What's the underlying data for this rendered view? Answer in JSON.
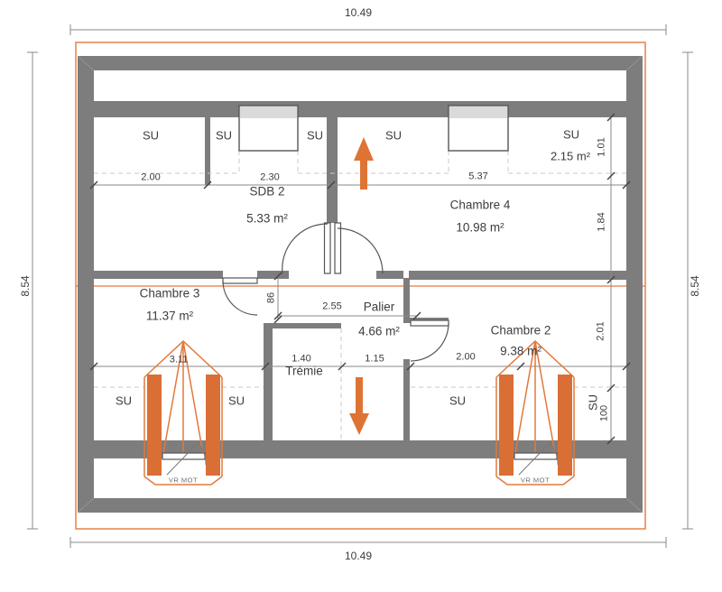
{
  "plan_labels": {
    "su": "SU",
    "vr_mot": "VR MOT"
  },
  "rooms": {
    "sdb2": {
      "name": "SDB 2",
      "area": "5.33 m²"
    },
    "chambre4": {
      "name": "Chambre 4",
      "area": "10.98 m²"
    },
    "chambre3": {
      "name": "Chambre 3",
      "area": "11.37 m²"
    },
    "palier": {
      "name": "Palier",
      "area": "4.66 m²"
    },
    "chambre2": {
      "name": "Chambre 2",
      "area": "9.38 m²"
    },
    "tremie": {
      "name": "Trémie"
    },
    "su_right": {
      "area": "2.15 m²"
    }
  },
  "dimensions": {
    "overall_width": "10.49",
    "overall_height": "8.54",
    "top_row": [
      "2.00",
      "2.30",
      "5.37"
    ],
    "bottom_row": [
      "3.11",
      "1.40",
      "1.15",
      "2.00"
    ],
    "right_column": [
      "1.01",
      "1.84",
      "2.01",
      "100"
    ],
    "landing_width": "2.55",
    "passage_width": "86"
  },
  "colors": {
    "accent_orange": "#E2793B",
    "wall_gray": "#7D7D7D",
    "dim_line_gray": "#8A8A8A",
    "text_gray": "#3D3D3D",
    "window_fill": "#DADADA",
    "dashed_gray": "#C9C9C9"
  }
}
